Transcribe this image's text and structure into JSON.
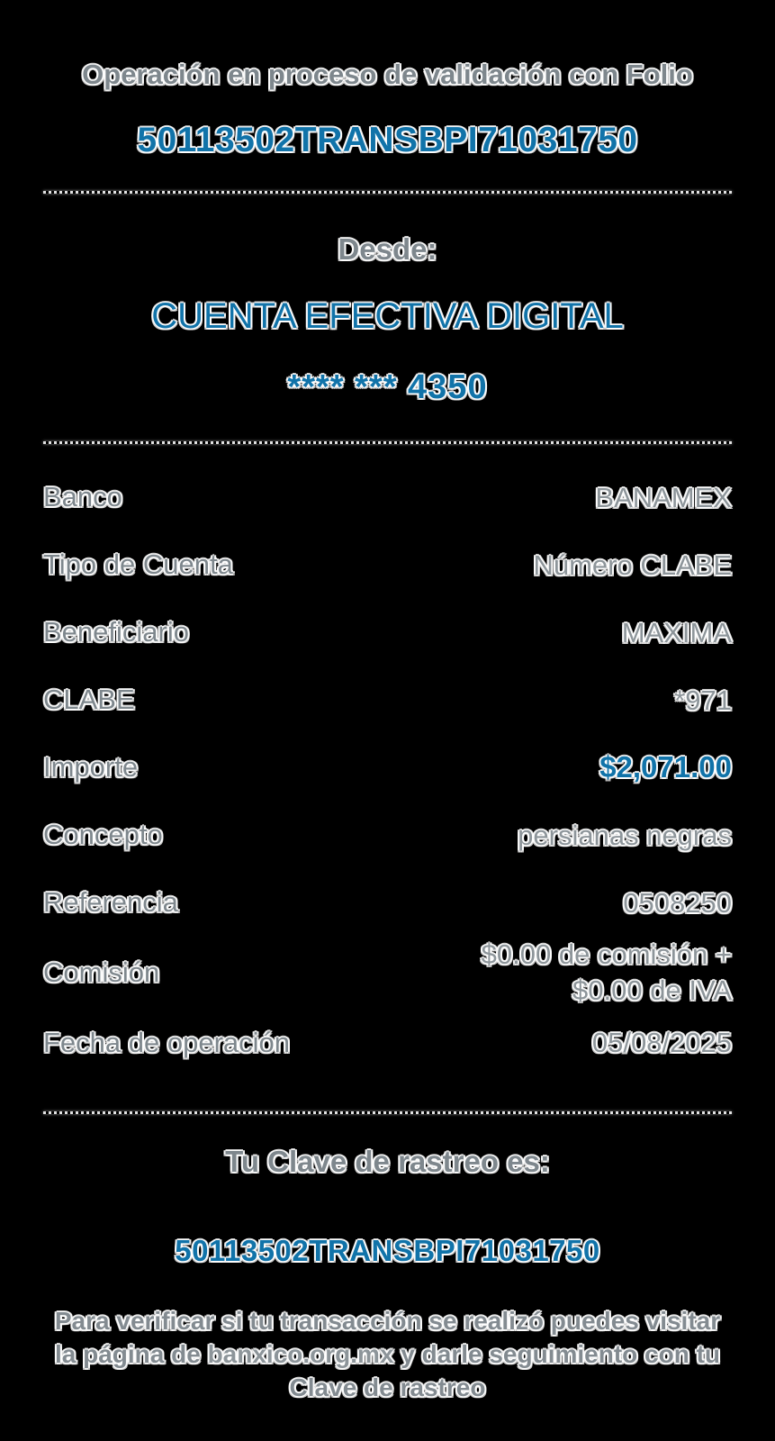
{
  "colors": {
    "background": "#000000",
    "accent_blue": "#1173a9",
    "text_gray": "#7e878d",
    "value_gray": "#8d959a",
    "halo_white": "#ffffff"
  },
  "header": {
    "status_text": "Operación en proceso de validación con Folio",
    "folio": "50113502TRANSBPI71031750"
  },
  "source": {
    "label": "Desde:",
    "account_name": "CUENTA EFECTIVA DIGITAL",
    "account_number_masked": "**** *** 4350"
  },
  "rows": [
    {
      "label": "Banco",
      "value": "BANAMEX"
    },
    {
      "label": "Tipo de Cuenta",
      "value": "Número CLABE"
    },
    {
      "label": "Beneficiario",
      "value": "MAXIMA"
    },
    {
      "label": "CLABE",
      "value": "*971"
    },
    {
      "label": "Importe",
      "value": "$2,071.00"
    },
    {
      "label": "Concepto",
      "value": "persianas negras"
    },
    {
      "label": "Referencia",
      "value": "0508250"
    },
    {
      "label": "Comisión",
      "value": "$0.00 de comisión + $0.00 de IVA"
    },
    {
      "label": "Fecha de operación",
      "value": "05/08/2025"
    }
  ],
  "tracking": {
    "title": "Tu Clave de rastreo es:",
    "key": "50113502TRANSBPI71031750"
  },
  "footer": {
    "text_before": "Para verificar si tu transacción se realizó puedes visitar la página de ",
    "link": "banxico.org.mx",
    "text_after": " y darle seguimiento con tu Clave de rastreo"
  }
}
